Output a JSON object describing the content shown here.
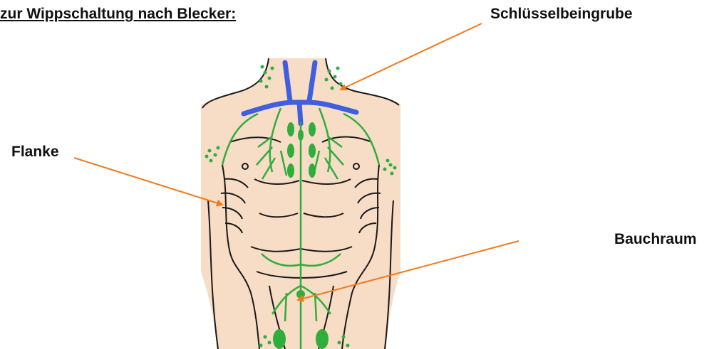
{
  "heading": "zur Wippschaltung nach Blecker:",
  "labels": {
    "schluesselbeingrube": "Schlüsselbeingrube",
    "flanke": "Flanke",
    "bauchraum": "Bauchraum"
  },
  "colors": {
    "arrow": "#f07a1e",
    "skin": "#f7dcc6",
    "lymph": "#2fae3c",
    "vein": "#3f5fe0",
    "outline": "#1a1a1a"
  }
}
